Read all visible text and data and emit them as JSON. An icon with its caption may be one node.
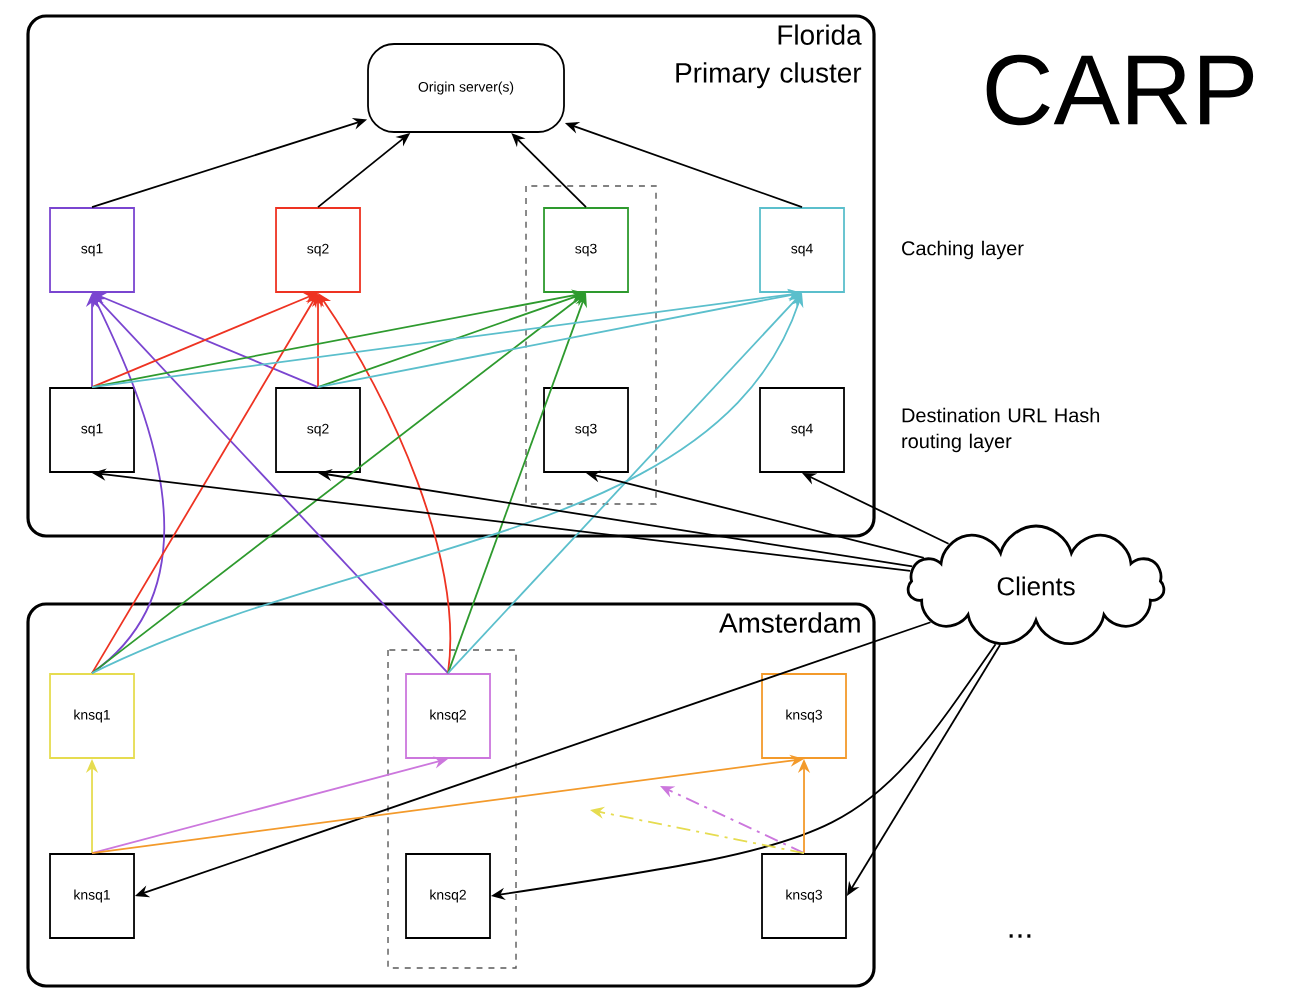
{
  "diagram": {
    "nodes": [
      {
        "text": [
          "Florida Primary cluster"
        ]
      },
      {
        "text": [
          "Origin server(s)"
        ],
        "in": 0
      },
      {
        "text": [
          "sq1"
        ],
        "in": 0
      },
      {
        "text": [
          "sq2"
        ],
        "in": 0
      },
      {
        "text": [
          "sq3"
        ],
        "in": 0
      },
      {
        "text": [
          "sq4"
        ],
        "in": 0
      },
      {
        "text": [
          "sq1"
        ],
        "in": 0
      },
      {
        "text": [
          "sq2"
        ],
        "in": 0
      },
      {
        "text": [
          "sq3"
        ],
        "in": 0
      },
      {
        "text": [
          "sq4"
        ],
        "in": 0
      },
      {
        "text": [
          "Amsterdam"
        ]
      },
      {
        "text": [
          "knsq1"
        ],
        "in": 10
      },
      {
        "text": [
          "knsq2"
        ],
        "in": 10
      },
      {
        "text": [
          "knsq3"
        ],
        "in": 10
      },
      {
        "text": [
          "knsq1"
        ],
        "in": 10
      },
      {
        "text": [
          "knsq2"
        ],
        "in": 10
      },
      {
        "text": [
          "knsq3"
        ],
        "in": 10
      },
      {
        "text": [
          "Clients"
        ]
      }
    ],
    "edges": [
      {
        "from": 2,
        "to": 1,
        "arrow": "to"
      },
      {
        "from": 3,
        "to": 1,
        "arrow": "to"
      },
      {
        "from": 4,
        "to": 1,
        "arrow": "to"
      },
      {
        "from": 5,
        "to": 1,
        "arrow": "to"
      },
      {
        "from": 6,
        "to": 2,
        "arrow": "to",
        "color": "#7a45d0"
      },
      {
        "from": 7,
        "to": 2,
        "arrow": "to",
        "color": "#7a45d0"
      },
      {
        "from": 11,
        "to": 2,
        "arrow": "to",
        "color": "#7a45d0"
      },
      {
        "from": 12,
        "to": 2,
        "arrow": "to",
        "color": "#7a45d0"
      },
      {
        "from": 6,
        "to": 3,
        "arrow": "to",
        "color": "#ee3322"
      },
      {
        "from": 7,
        "to": 3,
        "arrow": "to",
        "color": "#ee3322"
      },
      {
        "from": 11,
        "to": 3,
        "arrow": "to",
        "color": "#ee3322"
      },
      {
        "from": 12,
        "to": 3,
        "arrow": "to",
        "color": "#ee3322"
      },
      {
        "from": 6,
        "to": 4,
        "arrow": "to",
        "color": "#2e9a2e"
      },
      {
        "from": 7,
        "to": 4,
        "arrow": "to",
        "color": "#2e9a2e"
      },
      {
        "from": 11,
        "to": 4,
        "arrow": "to",
        "color": "#2e9a2e"
      },
      {
        "from": 12,
        "to": 4,
        "arrow": "to",
        "color": "#2e9a2e"
      },
      {
        "from": 6,
        "to": 5,
        "arrow": "to",
        "color": "#5bbfcc"
      },
      {
        "from": 7,
        "to": 5,
        "arrow": "to",
        "color": "#5bbfcc"
      },
      {
        "from": 11,
        "to": 5,
        "arrow": "to",
        "color": "#5bbfcc"
      },
      {
        "from": 12,
        "to": 5,
        "arrow": "to",
        "color": "#5bbfcc"
      },
      {
        "from": 17,
        "to": 6,
        "arrow": "to"
      },
      {
        "from": 17,
        "to": 7,
        "arrow": "to"
      },
      {
        "from": 17,
        "to": 8,
        "arrow": "to"
      },
      {
        "from": 17,
        "to": 9,
        "arrow": "to"
      },
      {
        "from": 17,
        "to": 14,
        "arrow": "to"
      },
      {
        "from": 17,
        "to": 15,
        "arrow": "to"
      },
      {
        "from": 17,
        "to": 16,
        "arrow": "to"
      },
      {
        "from": 14,
        "to": 11,
        "arrow": "to",
        "color": "#e6dc50"
      },
      {
        "from": 14,
        "to": 12,
        "arrow": "to",
        "color": "#cc77dd"
      },
      {
        "from": 14,
        "to": 13,
        "arrow": "to",
        "color": "#f39a2b"
      },
      {
        "from": 16,
        "to": 13,
        "arrow": "to",
        "color": "#f39a2b"
      },
      {
        "from": 16,
        "to": null,
        "arrow": "to",
        "style": "dashed",
        "color": "#cc77dd"
      },
      {
        "from": 16,
        "to": null,
        "arrow": "to",
        "style": "dashed",
        "color": "#e6dc50"
      }
    ],
    "labels": [
      "CARP",
      "Caching layer",
      "Destination URL Hash routing layer",
      "..."
    ]
  }
}
